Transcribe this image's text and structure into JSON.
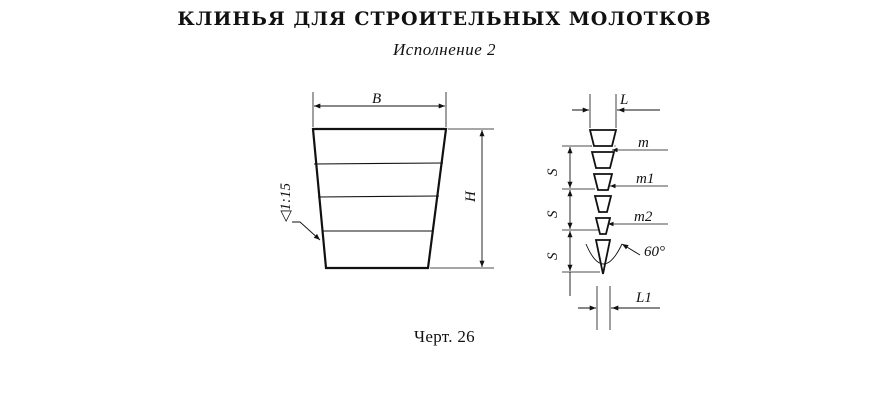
{
  "document": {
    "title": "КЛИНЬЯ ДЛЯ СТРОИТЕЛЬНЫХ МОЛОТКОВ",
    "subtitle": "Исполнение 2",
    "caption": "Черт. 26"
  },
  "drawing": {
    "left_view": {
      "width_label": "B",
      "height_label": "H",
      "taper_label": "◁1:15"
    },
    "right_view": {
      "top_label": "L",
      "bottom_label": "L1",
      "pitch_labels": [
        "S",
        "S",
        "S"
      ],
      "depth_labels": [
        "m",
        "m1",
        "m2"
      ],
      "angle_label": "60°"
    }
  }
}
